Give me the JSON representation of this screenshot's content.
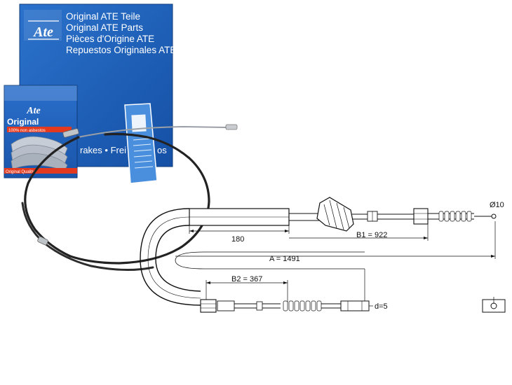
{
  "box": {
    "logo": "Ate",
    "lines": [
      "Original ATE Teile",
      "Original ATE Parts",
      "Pièces d'Origine ATE",
      "Repuestos Originales ATE"
    ],
    "band": "rakes • Frei",
    "band_tail": "os"
  },
  "small_box": {
    "logo": "Ate",
    "title": "Original",
    "subtitle": "100% non asbestos",
    "bottom": "Original Quality"
  },
  "drawing": {
    "dim_180": "180",
    "dim_b1": "B1 = 922",
    "dim_a": "A = 1491",
    "dim_b2": "B2 = 367",
    "dim_d": "d=5",
    "dim_dia": "Ø10"
  },
  "colors": {
    "box_blue": "#1f5fb8",
    "box_dark": "#123f86",
    "cable": "#222222",
    "line": "#111111"
  }
}
